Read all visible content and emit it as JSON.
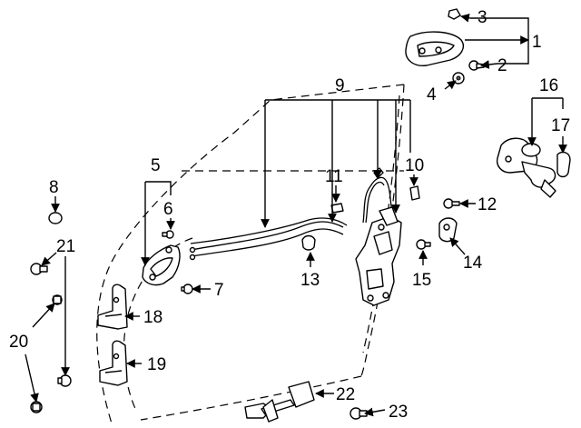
{
  "callouts": [
    {
      "id": "1",
      "label": "1"
    },
    {
      "id": "2",
      "label": "2"
    },
    {
      "id": "3",
      "label": "3"
    },
    {
      "id": "4",
      "label": "4"
    },
    {
      "id": "5",
      "label": "5"
    },
    {
      "id": "6",
      "label": "6"
    },
    {
      "id": "7",
      "label": "7"
    },
    {
      "id": "8",
      "label": "8"
    },
    {
      "id": "9",
      "label": "9"
    },
    {
      "id": "10",
      "label": "10"
    },
    {
      "id": "11",
      "label": "11"
    },
    {
      "id": "12",
      "label": "12"
    },
    {
      "id": "13",
      "label": "13"
    },
    {
      "id": "14",
      "label": "14"
    },
    {
      "id": "15",
      "label": "15"
    },
    {
      "id": "16",
      "label": "16"
    },
    {
      "id": "17",
      "label": "17"
    },
    {
      "id": "18",
      "label": "18"
    },
    {
      "id": "19",
      "label": "19"
    },
    {
      "id": "20",
      "label": "20"
    },
    {
      "id": "21",
      "label": "21"
    },
    {
      "id": "22",
      "label": "22"
    },
    {
      "id": "23",
      "label": "23"
    }
  ],
  "colors": {
    "line": "#000000",
    "background": "#ffffff"
  }
}
